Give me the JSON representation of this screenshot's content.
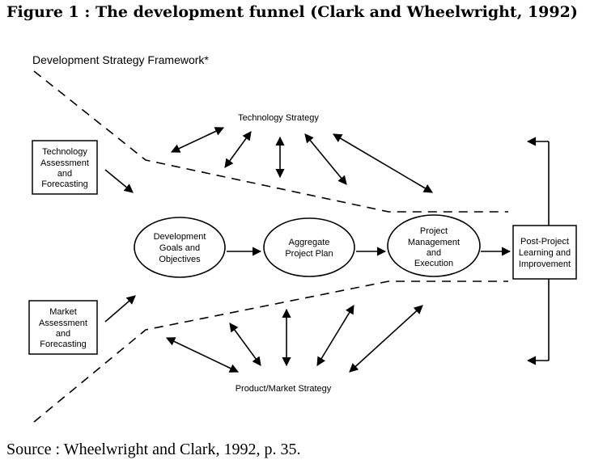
{
  "figure_title": "Figure 1 : The development funnel (Clark and Wheelwright, 1992)",
  "framework_label": "Development Strategy Framework*",
  "technology_strategy": "Technology Strategy",
  "product_market_strategy": "Product/Market Strategy",
  "tech_assessment": [
    "Technology",
    "Assessment",
    "and",
    "Forecasting"
  ],
  "market_assessment": [
    "Market",
    "Assessment",
    "and",
    "Forecasting"
  ],
  "dev_goals": [
    "Development",
    "Goals and",
    "Objectives"
  ],
  "aggregate_plan": [
    "Aggregate",
    "Project Plan"
  ],
  "project_management": [
    "Project",
    "Management",
    "and",
    "Execution"
  ],
  "post_project": [
    "Post-Project",
    "Learning and",
    "Improvement"
  ],
  "source": "Source : Wheelwright and Clark, 1992, p. 35."
}
